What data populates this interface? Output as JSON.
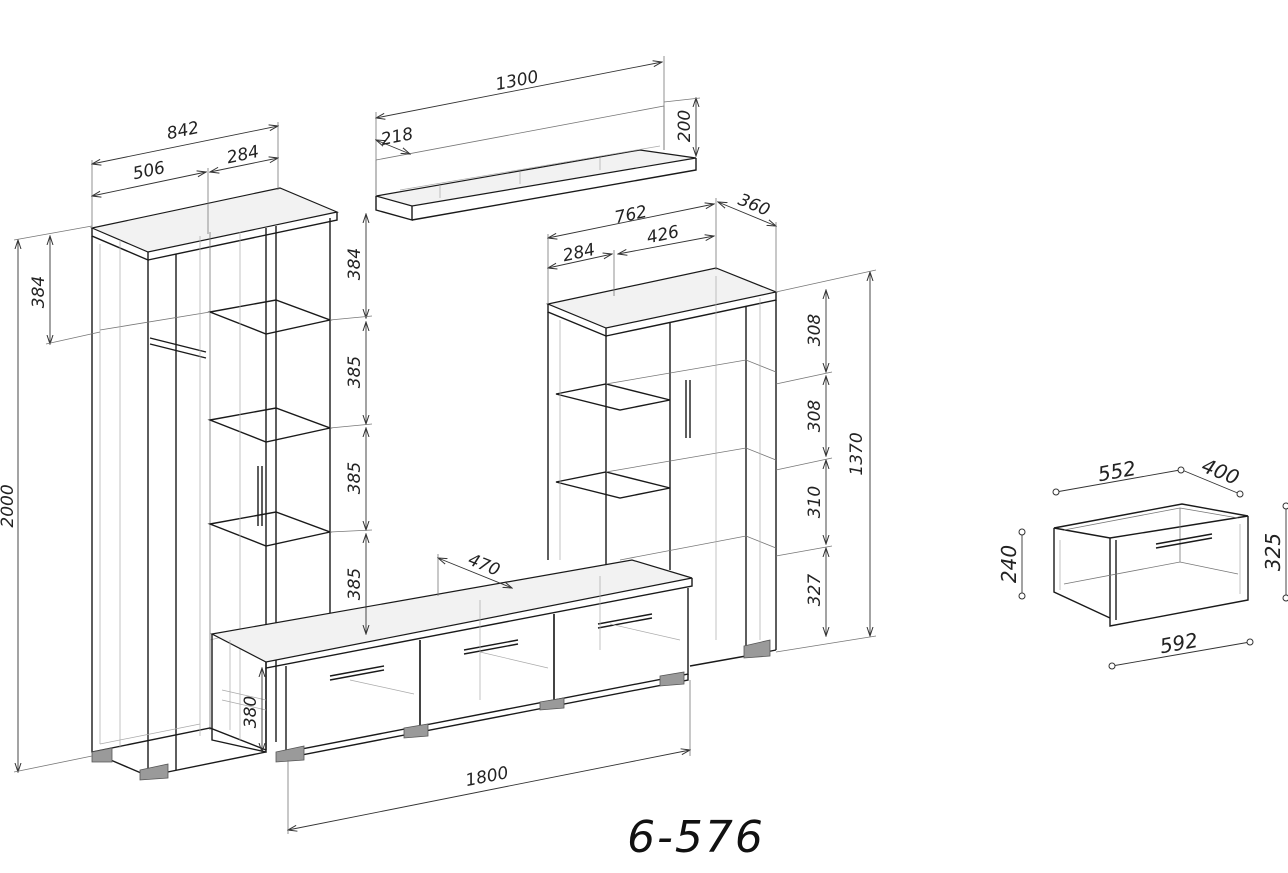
{
  "title": "6-576",
  "dimensions": {
    "tall_width": "842",
    "tall_part_a": "506",
    "tall_part_b": "284",
    "tall_top": "384",
    "tall_height": "2000",
    "shelf_gap_1": "384",
    "shelf_gap_2": "385",
    "shelf_gap_3": "385",
    "shelf_gap_4": "385",
    "wall_shelf_width": "1300",
    "wall_shelf_depth": "218",
    "wall_shelf_height": "200",
    "cabinet_width": "762",
    "cabinet_part_a": "284",
    "cabinet_part_b": "426",
    "cabinet_depth": "360",
    "cabinet_height": "1370",
    "cab_gap_1": "308",
    "cab_gap_2": "308",
    "cab_gap_3": "310",
    "cab_gap_4": "327",
    "tv_depth": "470",
    "tv_height": "380",
    "tv_width": "1800",
    "drawer_width": "552",
    "drawer_depth": "400",
    "drawer_height": "240",
    "drawer_front_height": "325",
    "drawer_front_width": "592"
  }
}
